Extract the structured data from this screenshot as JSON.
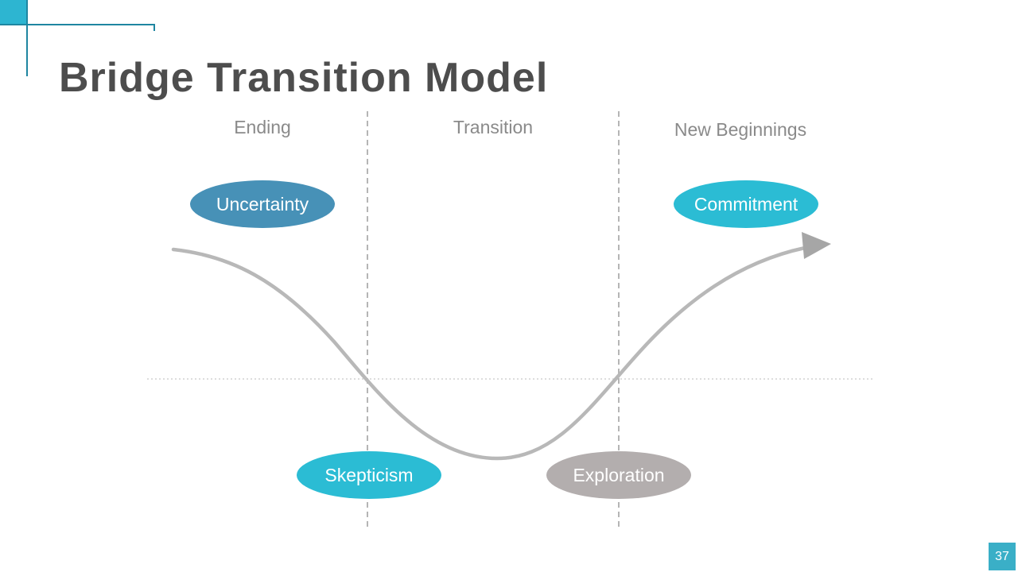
{
  "slide": {
    "title": "Bridge Transition Model",
    "page_number": "37"
  },
  "diagram": {
    "phases": [
      {
        "label": "Ending"
      },
      {
        "label": "Transition"
      },
      {
        "label": "New Beginnings"
      }
    ],
    "stages": [
      {
        "label": "Uncertainty",
        "color": "#4791b7",
        "phase": "Ending"
      },
      {
        "label": "Commitment",
        "color": "#2bbcd4",
        "phase": "New Beginnings"
      },
      {
        "label": "Skepticism",
        "color": "#2bbcd4",
        "phase": "Ending/Transition"
      },
      {
        "label": "Exploration",
        "color": "#b3aeae",
        "phase": "Transition/New Beginnings"
      }
    ],
    "curve": {
      "description": "gray valley curve descending from Ending, bottoming in Transition, rising to an arrow in New Beginnings",
      "color": "#b8b8b8",
      "arrow_color": "#a6a6a6"
    },
    "divider_color": "#b5b5b5",
    "baseline_dot_color": "#d2d2d2"
  },
  "colors": {
    "accent_cyan": "#2db5d1",
    "line_teal": "#1f86a1",
    "title_gray": "#4d4d4d",
    "label_gray": "#8a8a8a",
    "page_badge_cyan": "#3aafc7"
  }
}
